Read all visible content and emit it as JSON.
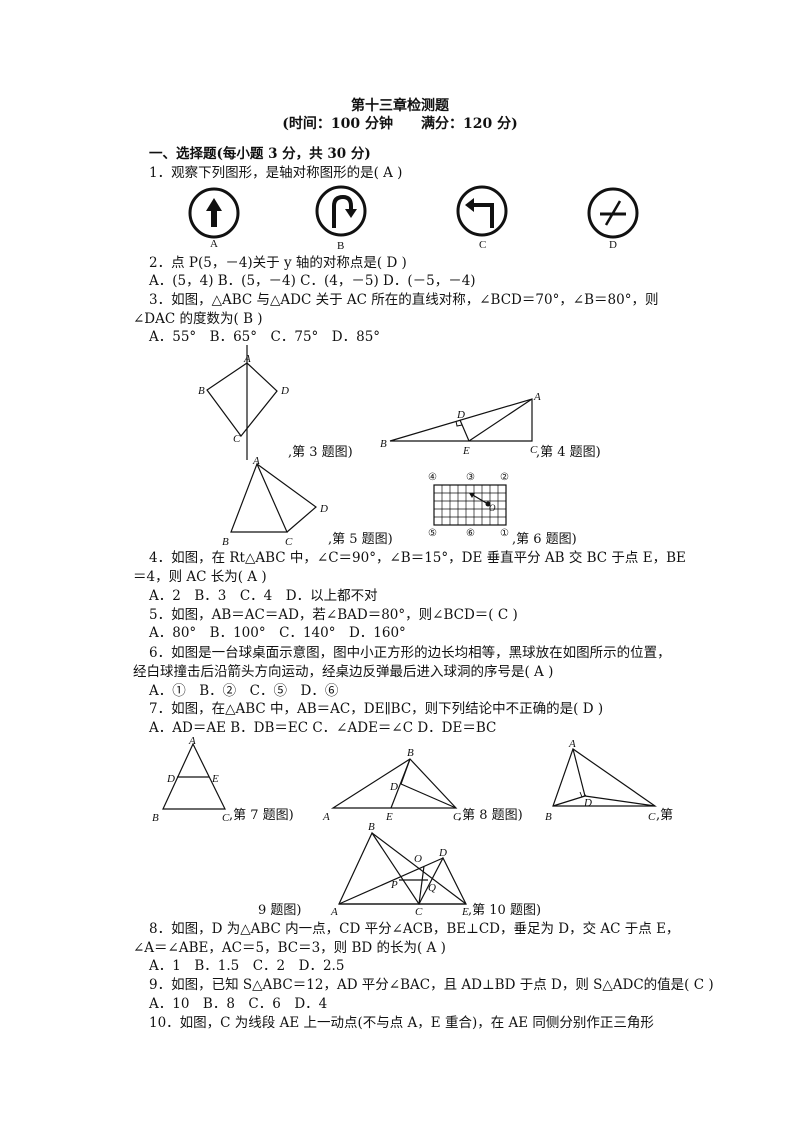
{
  "header": {
    "title": "第十三章检测题",
    "subtitle": "(时间：100 分钟　　满分：120 分)"
  },
  "section1": "一、选择题(每小题 3 分，共 30 分)",
  "q1": {
    "stem": "1．观察下列图形，是轴对称图形的是( A )",
    "icon_labels": [
      "A",
      "B",
      "C",
      "D"
    ]
  },
  "q2": {
    "stem": "2．点 P(5，－4)关于 y 轴的对称点是( D )",
    "options": "A．(5，4) B．(5，－4) C．(4，－5) D．(－5，－4)"
  },
  "q3": {
    "line1": "3．如图，△ABC 与△ADC 关于 AC 所在的直线对称，∠BCD＝70°，∠B＝80°，则",
    "line2": "∠DAC 的度数为( B )",
    "options": "A．55°　B．65°　C．75°　D．85°"
  },
  "figures": {
    "fig3": {
      "labels": [
        "A",
        "B",
        "C",
        "D"
      ],
      "caption": ",第 3 题图)"
    },
    "fig4": {
      "labels": [
        "A",
        "B",
        "C",
        "D",
        "E"
      ],
      "caption": ",第 4 题图)"
    },
    "fig5": {
      "labels": [
        "A",
        "B",
        "C",
        "D"
      ],
      "caption": ",第 5 题图)"
    },
    "fig6": {
      "labels": [
        "④",
        "③",
        "②",
        "⑤",
        "⑥",
        "①",
        "O"
      ],
      "caption": ",第 6 题图)"
    },
    "fig7": {
      "labels": [
        "A",
        "D",
        "E",
        "B",
        "C"
      ],
      "caption": ",第 7 题图)"
    },
    "fig8": {
      "labels": [
        "B",
        "D",
        "A",
        "E",
        "C"
      ],
      "caption": ",第 8 题图)"
    },
    "fig9": {
      "labels": [
        "A",
        "D",
        "B",
        "C"
      ],
      "caption_a": ",第",
      "caption_b": "9 题图)"
    },
    "fig10": {
      "labels": [
        "B",
        "D",
        "O",
        "P",
        "Q",
        "A",
        "C",
        "E"
      ],
      "caption": ",第 10 题图)"
    }
  },
  "q4": {
    "line1": "4．如图，在 Rt△ABC 中，∠C＝90°，∠B＝15°，DE 垂直平分 AB 交 BC 于点 E，BE",
    "line2": "＝4，则 AC 长为( A )",
    "options": "A．2　B．3　C．4　D．以上都不对"
  },
  "q5": {
    "stem": "5．如图，AB＝AC＝AD，若∠BAD＝80°，则∠BCD＝( C )",
    "options": "A．80°　B．100°　C．140°　D．160°"
  },
  "q6": {
    "line1": "6．如图是一台球桌面示意图，图中小正方形的边长均相等，黑球放在如图所示的位置，",
    "line2": "经白球撞击后沿箭头方向运动，经桌边反弹最后进入球洞的序号是( A )",
    "options": "A．①　B．②　C．⑤　D．⑥"
  },
  "q7": {
    "stem": "7．如图，在△ABC 中，AB＝AC，DE∥BC，则下列结论中不正确的是( D )",
    "options": "A．AD＝AE B．DB＝EC C．∠ADE＝∠C D．DE＝BC"
  },
  "q8": {
    "line1": "8．如图，D 为△ABC 内一点，CD 平分∠ACB，BE⊥CD，垂足为 D，交 AC 于点 E，",
    "line2": "∠A＝∠ABE，AC＝5，BC＝3，则 BD 的长为( A )",
    "options": "A．1　B．1.5　C．2　D．2.5"
  },
  "q9": {
    "line1": "9．如图，已知 S△ABC＝12，AD 平分∠BAC，且 AD⊥BD 于点 D，则 S△ADC的值是( C )",
    "options": "A．10　B．8　C．6　D．4"
  },
  "q10": {
    "line1": "10．如图，C 为线段 AE 上一动点(不与点 A，E 重合)，在 AE 同侧分别作正三角形"
  }
}
